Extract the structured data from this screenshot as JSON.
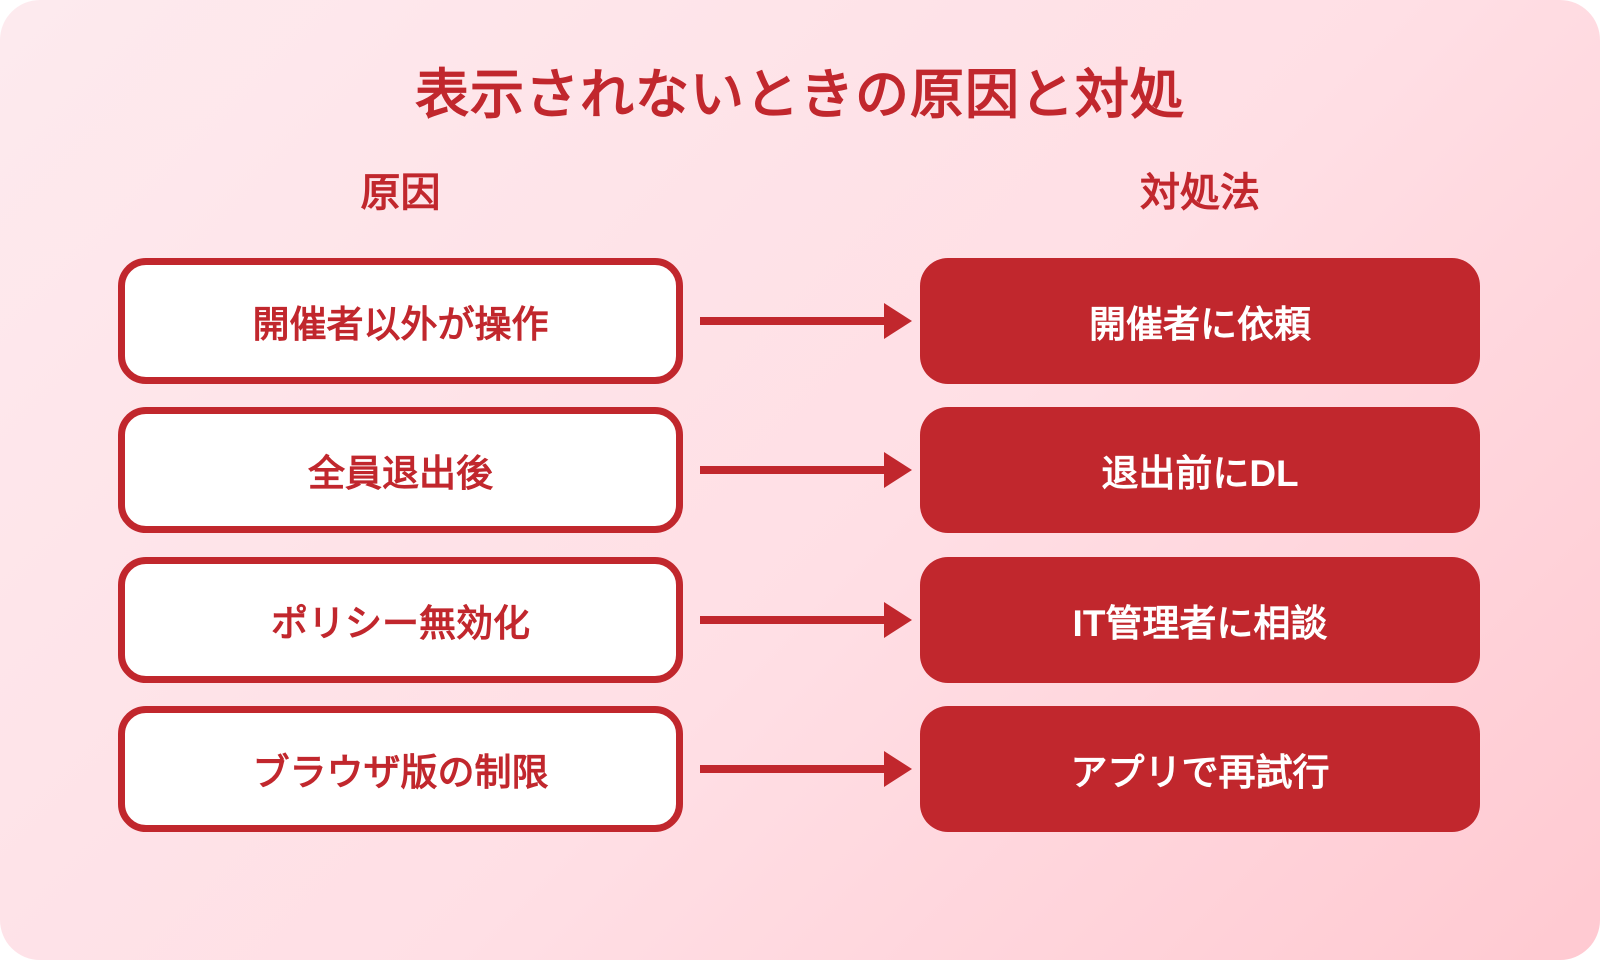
{
  "title": "表示されないときの原因と対処",
  "columns": {
    "cause_label": "原因",
    "solution_label": "対処法"
  },
  "rows": [
    {
      "cause": "開催者以外が操作",
      "solution": "開催者に依頼"
    },
    {
      "cause": "全員退出後",
      "solution": "退出前にDL"
    },
    {
      "cause": "ポリシー無効化",
      "solution": "IT管理者に相談"
    },
    {
      "cause": "ブラウザ版の制限",
      "solution": "アプリで再試行"
    }
  ],
  "colors": {
    "accent": "#c1272d",
    "card_gradient_start": "#fdeaee",
    "card_gradient_end": "#ffc9d1",
    "cause_box_background": "#ffffff",
    "solution_text": "#ffffff"
  },
  "layout": {
    "row_tops": [
      258,
      407,
      557,
      706
    ]
  }
}
